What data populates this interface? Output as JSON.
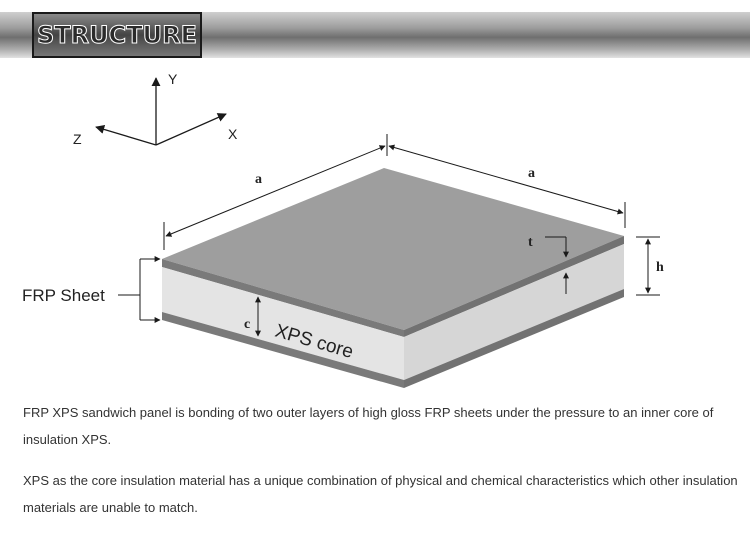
{
  "banner": {
    "title": "STRUCTURE"
  },
  "axes": {
    "y": "Y",
    "x": "X",
    "z": "Z"
  },
  "dimensions": {
    "a_left": "a",
    "a_right": "a",
    "t": "t",
    "h": "h",
    "c": "c"
  },
  "labels": {
    "frp_sheet": "FRP Sheet",
    "xps_core": "XPS core"
  },
  "description": {
    "p1": "FRP XPS sandwich panel is bonding of two outer layers of high gloss FRP sheets under the pressure to an inner core of insulation XPS.",
    "p2": "XPS as the core insulation material has a unique combination of physical and chemical characteristics which other insulation materials are unable to match."
  },
  "colors": {
    "top_face": "#9e9e9e",
    "frp_layer": "#7a7a7a",
    "core": "#e1e1e1"
  }
}
